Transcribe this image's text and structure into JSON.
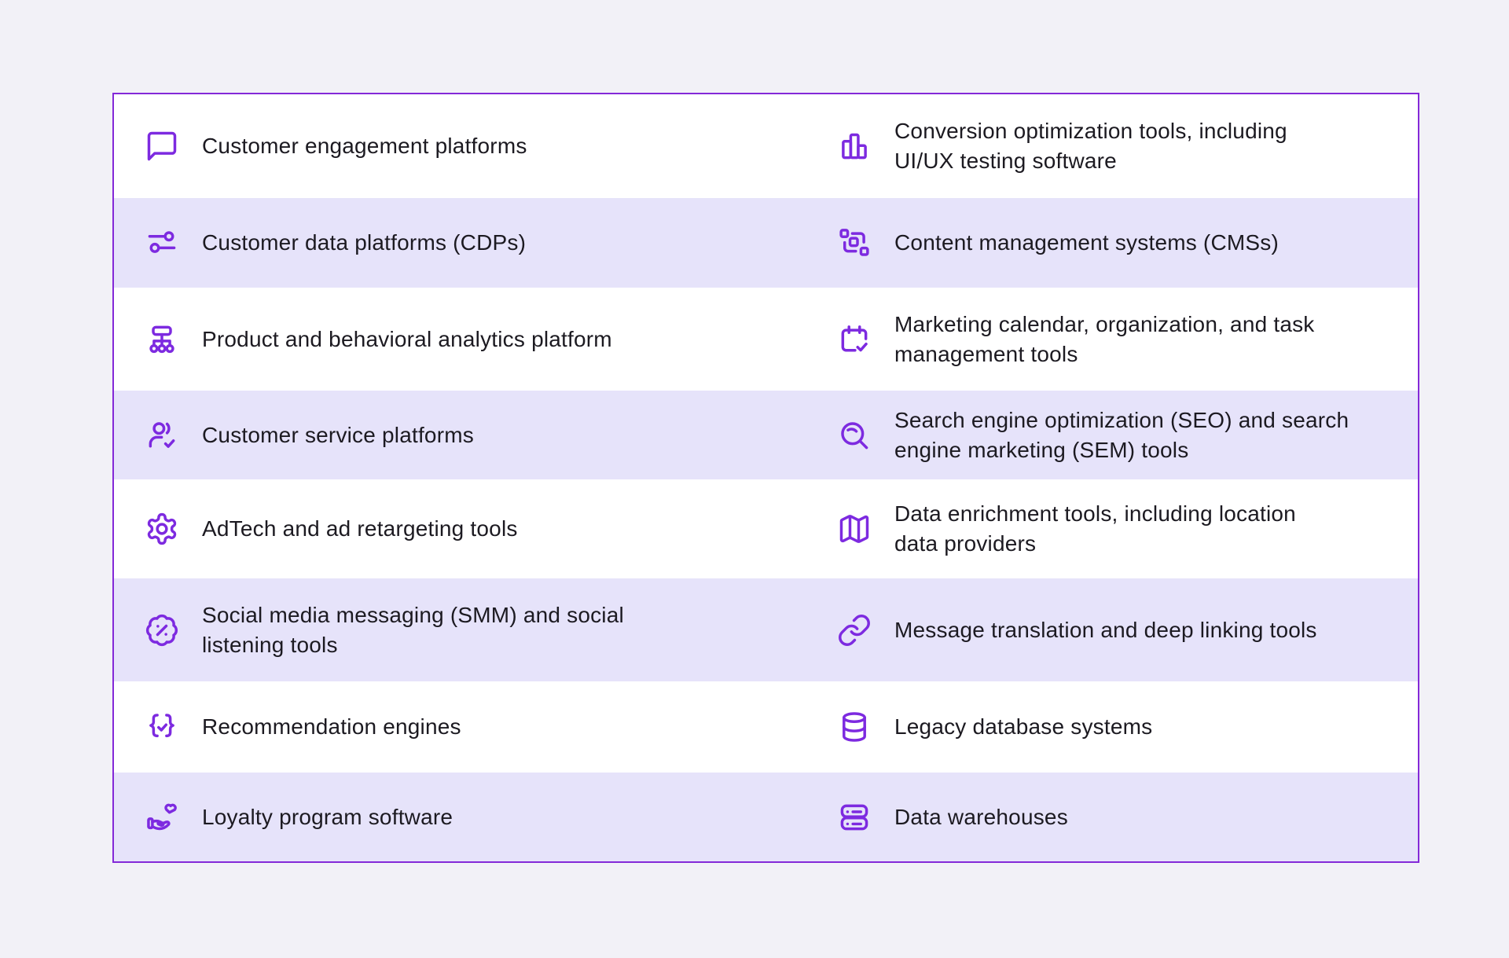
{
  "theme": {
    "page_bg": "#f2f1f7",
    "card_bg": "#ffffff",
    "row_alt_bg": "#e6e3fa",
    "border_color": "#8429d8",
    "icon_color": "#7d2ae0",
    "text_color": "#1c1a21"
  },
  "table": {
    "rows": [
      {
        "left": {
          "icon": "chat-bubble-icon",
          "label": "Customer engagement platforms"
        },
        "right": {
          "icon": "bar-chart-icon",
          "label": "Conversion optimization tools, including\nUI/UX testing software"
        }
      },
      {
        "left": {
          "icon": "sliders-icon",
          "label": "Customer data platforms (CDPs)"
        },
        "right": {
          "icon": "cms-blocks-icon",
          "label": "Content management systems (CMSs)"
        }
      },
      {
        "left": {
          "icon": "sitemap-icon",
          "label": "Product and behavioral analytics platform"
        },
        "right": {
          "icon": "calendar-check-icon",
          "label": "Marketing calendar, organization, and task\nmanagement tools"
        }
      },
      {
        "left": {
          "icon": "user-check-icon",
          "label": "Customer service platforms"
        },
        "right": {
          "icon": "search-icon",
          "label": "Search engine optimization (SEO) and search\nengine marketing (SEM) tools"
        }
      },
      {
        "left": {
          "icon": "gear-icon",
          "label": "AdTech and ad retargeting tools"
        },
        "right": {
          "icon": "map-icon",
          "label": "Data enrichment tools, including location\ndata providers"
        }
      },
      {
        "left": {
          "icon": "badge-percent-icon",
          "label": "Social media messaging (SMM) and social\nlistening tools"
        },
        "right": {
          "icon": "link-icon",
          "label": "Message translation and deep linking tools"
        }
      },
      {
        "left": {
          "icon": "braces-check-icon",
          "label": "Recommendation engines"
        },
        "right": {
          "icon": "database-icon",
          "label": "Legacy database systems"
        }
      },
      {
        "left": {
          "icon": "hand-heart-icon",
          "label": "Loyalty program software"
        },
        "right": {
          "icon": "server-stack-icon",
          "label": "Data warehouses"
        }
      }
    ]
  }
}
